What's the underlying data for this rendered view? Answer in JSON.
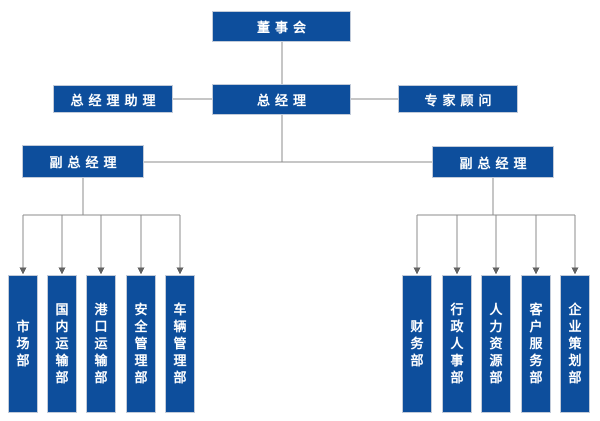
{
  "org_chart": {
    "board_label": "董事会",
    "general_manager_label": "总经理",
    "gm_assistant_label": "总经理助理",
    "expert_consultant_label": "专家顾问",
    "deputy_gm_left_label": "副总经理",
    "deputy_gm_right_label": "副总经理",
    "departments": {
      "left": [
        "市场部",
        "国内运输部",
        "港口运输部",
        "安全管理部",
        "车辆管理部"
      ],
      "right": [
        "财务部",
        "行政人事部",
        "人力资源部",
        "客户服务部",
        "企业策划部"
      ]
    },
    "colors": {
      "background": "#ffffff",
      "box_fill": "#0d4e9c",
      "box_border": "#c2cbd9",
      "connector": "#8c8c8c",
      "arrow": "#636363",
      "label_text": "#ffffff"
    }
  }
}
